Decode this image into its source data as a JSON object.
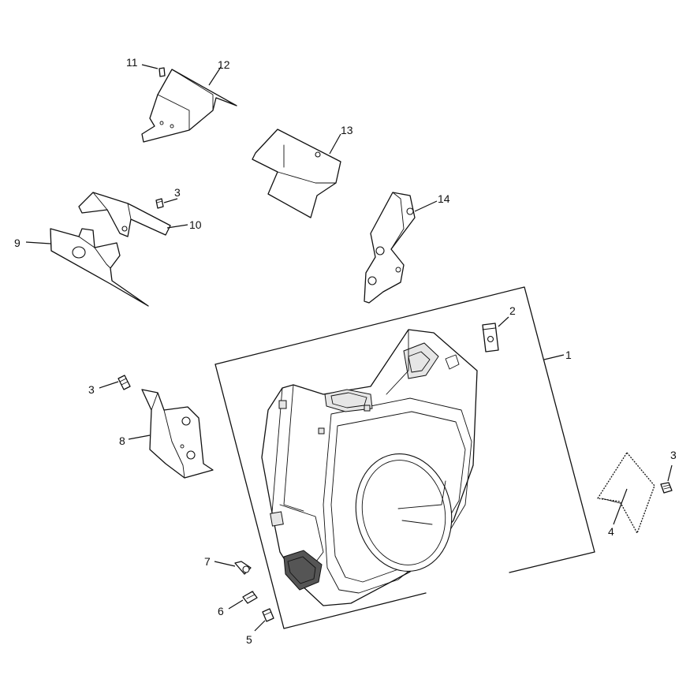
{
  "callouts": [
    {
      "id": "1",
      "label": "1"
    },
    {
      "id": "2",
      "label": "2"
    },
    {
      "id": "3a",
      "label": "3"
    },
    {
      "id": "3b",
      "label": "3"
    },
    {
      "id": "3c",
      "label": "3"
    },
    {
      "id": "4",
      "label": "4"
    },
    {
      "id": "5",
      "label": "5"
    },
    {
      "id": "6",
      "label": "6"
    },
    {
      "id": "7",
      "label": "7"
    },
    {
      "id": "8",
      "label": "8"
    },
    {
      "id": "9",
      "label": "9"
    },
    {
      "id": "10",
      "label": "10"
    },
    {
      "id": "11",
      "label": "11"
    },
    {
      "id": "12",
      "label": "12"
    },
    {
      "id": "13",
      "label": "13"
    },
    {
      "id": "14",
      "label": "14"
    }
  ]
}
